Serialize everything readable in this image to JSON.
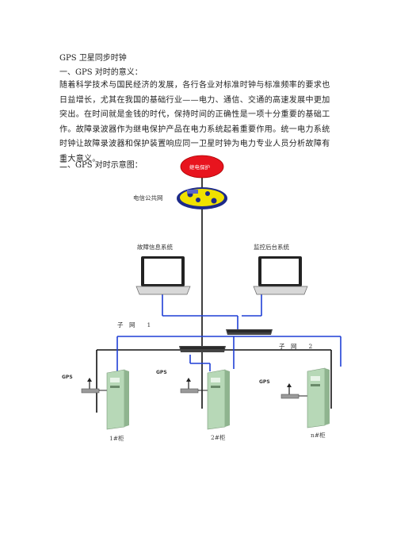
{
  "doc": {
    "title": "GPS 卫星同步时钟",
    "section1": "一、GPS 对时的意义：",
    "paragraph": "随着科学技术与国民经济的发展，各行各业对标准时钟与标准频率的要求也日益增长，尤其在我国的基础行业——电力、通信、交通的高速发展中更加突出。在时间就是金钱的时代，保持时间的正确性是一项十分重要的基础工作。故障录波器作为继电保护产品在电力系统起着重要作用。统一电力系统时钟让故障录波器和保护装置响应同一卫星时钟为电力专业人员分析故障有重大意义。",
    "section2": "二、GPS 对时示意图："
  },
  "diagram": {
    "top_node": "继电保护",
    "network_label": "电信公共网",
    "pc_left_label": "故障信息系统",
    "pc_right_label": "监控后台系统",
    "subnet1_label": "子　网　　1",
    "subnet2_label": "子　网　　2",
    "gps_labels": [
      "GPS",
      "GPS",
      "GPS"
    ],
    "cabinet_labels": [
      "1#柜",
      "2#柜",
      "n#柜"
    ],
    "colors": {
      "blue_line": "#1f3fd6",
      "black_line": "#111111",
      "red_node": "#e8141e",
      "cabinet": "#cfe7cf"
    }
  }
}
